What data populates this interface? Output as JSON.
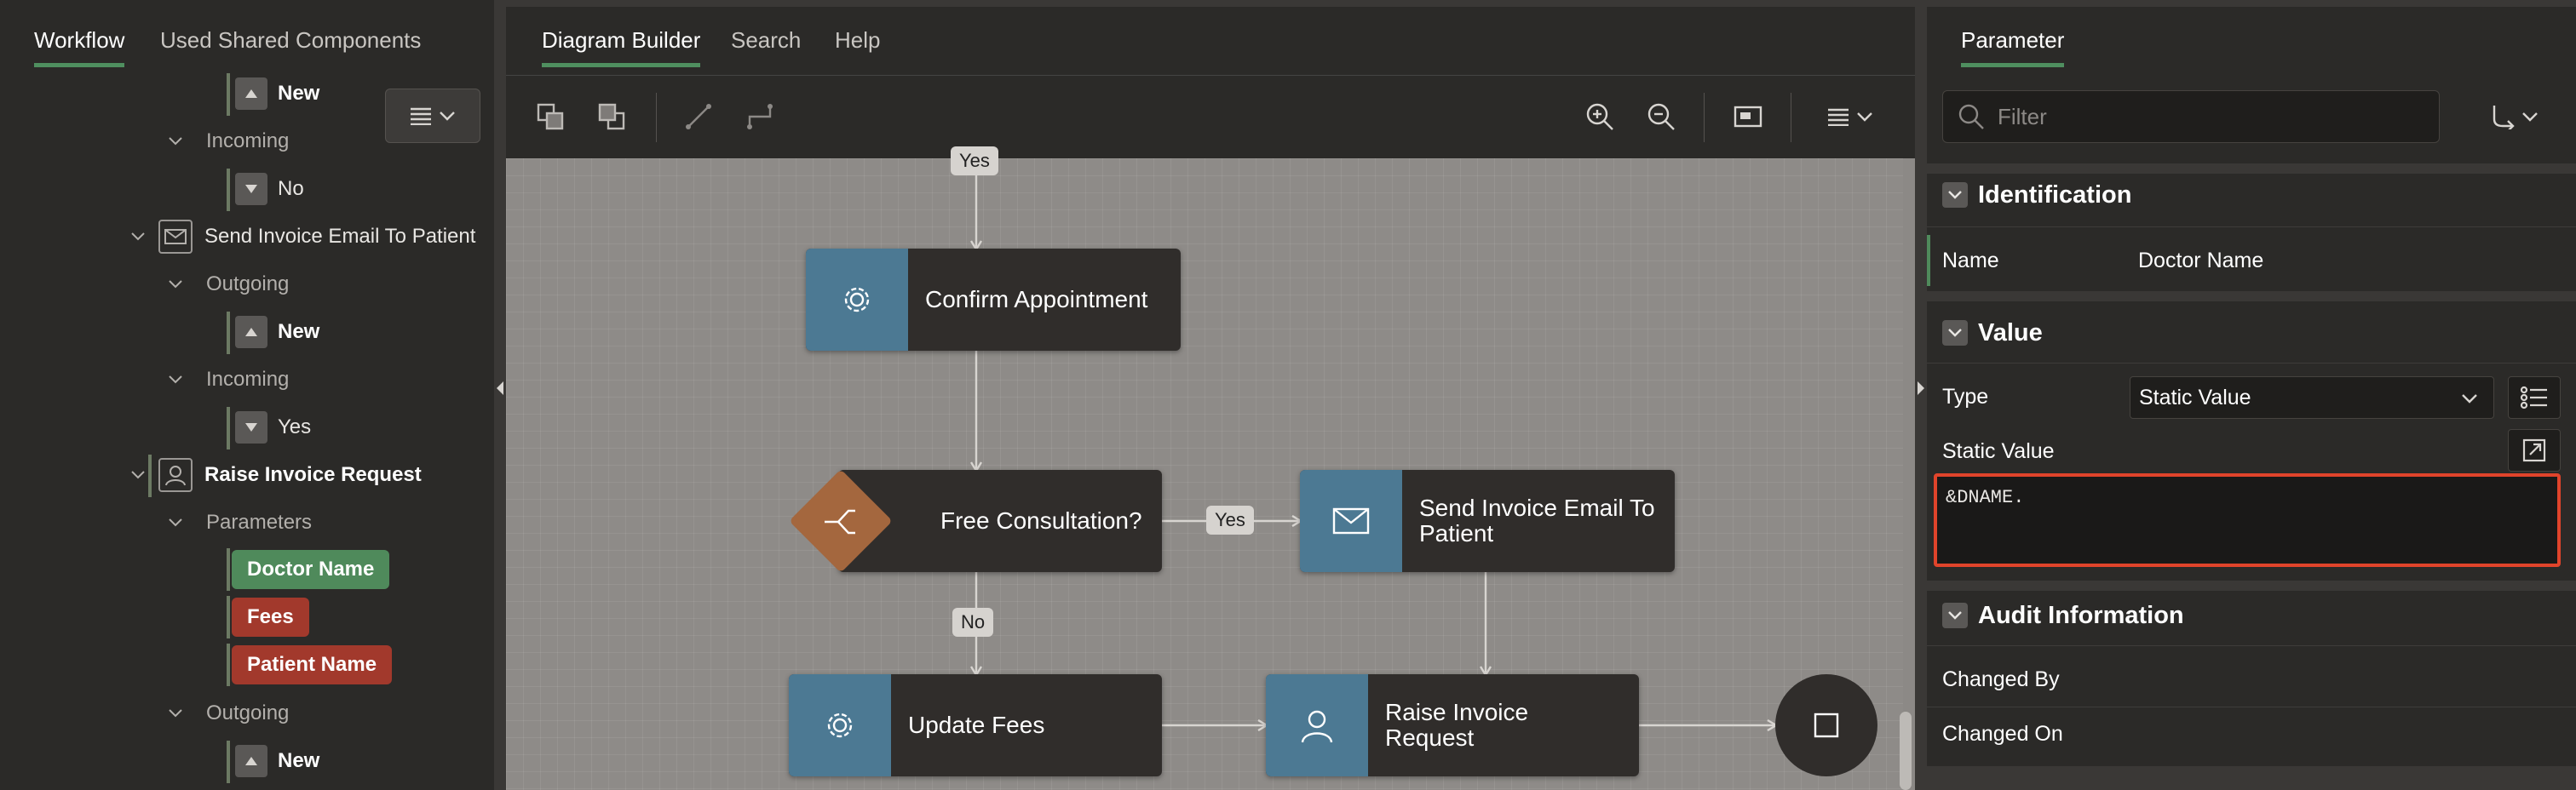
{
  "left": {
    "tabs": [
      "Workflow",
      "Used Shared Components"
    ],
    "tree": {
      "new_1": "New",
      "incoming_1": "Incoming",
      "no_1": "No",
      "send_invoice_email": "Send Invoice Email To Patient",
      "outgoing_1": "Outgoing",
      "new_2": "New",
      "incoming_2": "Incoming",
      "yes_1": "Yes",
      "raise_invoice": "Raise Invoice Request",
      "parameters": "Parameters",
      "param_doctor": "Doctor Name",
      "param_fees": "Fees",
      "param_patient": "Patient Name",
      "outgoing_2": "Outgoing",
      "new_3": "New"
    }
  },
  "center": {
    "tabs": [
      "Diagram Builder",
      "Search",
      "Help"
    ],
    "nodes": {
      "top_label": "Yes",
      "confirm": "Confirm Appointment",
      "free_consult": "Free Consultation?",
      "send_email": "Send Invoice Email To Patient",
      "update_fees": "Update Fees",
      "raise_invoice": "Raise Invoice Request",
      "yes_label": "Yes",
      "no_label": "No"
    }
  },
  "right": {
    "tab": "Parameter",
    "filter_placeholder": "Filter",
    "identification": {
      "title": "Identification",
      "name_label": "Name",
      "name_value": "Doctor Name"
    },
    "value": {
      "title": "Value",
      "type_label": "Type",
      "type_value": "Static Value",
      "static_label": "Static Value",
      "static_value": "&DNAME."
    },
    "audit": {
      "title": "Audit Information",
      "changed_by": "Changed By",
      "changed_on": "Changed On"
    }
  },
  "colors": {
    "accent_green": "#4f8a5b",
    "accent_red": "#a2392c",
    "node_blue": "#4c7993",
    "diamond_orange": "#a4673e",
    "focus_border": "#e0442b"
  }
}
